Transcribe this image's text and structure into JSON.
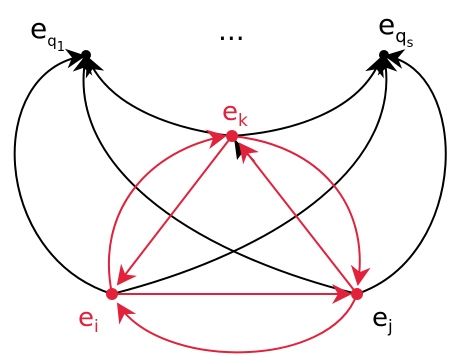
{
  "nodes": {
    "q1": {
      "base": "e",
      "sub": "q",
      "subsub": "1"
    },
    "qs": {
      "base": "e",
      "sub": "q",
      "subsub": "s"
    },
    "k": {
      "base": "e",
      "sub": "k"
    },
    "i": {
      "base": "e",
      "sub": "i"
    },
    "j": {
      "base": "e",
      "sub": "j"
    }
  },
  "ellipsis": "...",
  "colors": {
    "black": "#000000",
    "red": "#e2213a"
  }
}
